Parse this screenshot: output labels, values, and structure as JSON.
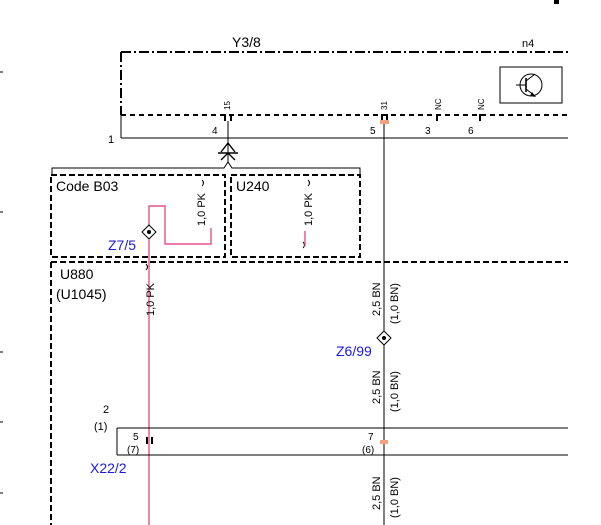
{
  "title": "Y3/8",
  "component_n4": "n4",
  "top_pins": {
    "p4": "4",
    "p5": "5",
    "p3": "3",
    "p6": "6",
    "lbl15": "15",
    "lbl31": "31",
    "nc1": "NC",
    "nc2": "NC"
  },
  "left_marker": "1",
  "code_b03": "Code B03",
  "u240": "U240",
  "wire_pk_a": "1,0 PK",
  "wire_pk_b": "1,0 PK",
  "wire_pk_c": "1,0 PK",
  "z7_5": "Z7/5",
  "u880": "U880",
  "u1045": "(U1045)",
  "wire_bn_a": "2,5 BN",
  "wire_bn_a_sub": "(1,0 BN)",
  "z6_99": "Z6/99",
  "wire_bn_b": "2,5 BN",
  "wire_bn_b_sub": "(1,0 BN)",
  "conn2": "2",
  "conn2_sub": "(1)",
  "x22_pins": {
    "p5": "5",
    "p5_sub": "(7)",
    "p7": "7",
    "p7_sub": "(6)"
  },
  "x22_2": "X22/2",
  "wire_bn_c": "2,5 BN",
  "wire_bn_c_sub": "(1,0 BN)",
  "colors": {
    "pink": "#e8508a",
    "blue": "#1a1adb",
    "line": "#000000"
  }
}
